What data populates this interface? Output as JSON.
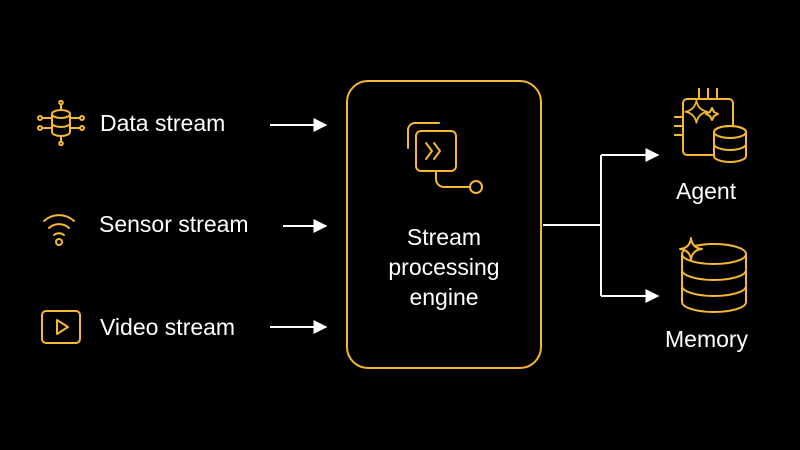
{
  "inputs": [
    {
      "label": "Data stream",
      "icon": "database-circuit-icon"
    },
    {
      "label": "Sensor stream",
      "icon": "wifi-icon"
    },
    {
      "label": "Video stream",
      "icon": "play-icon"
    }
  ],
  "engine": {
    "lines": [
      "Stream",
      "processing",
      "engine"
    ],
    "icon": "fast-forward-icon"
  },
  "outputs": [
    {
      "label": "Agent",
      "icon": "agent-chip-database-icon"
    },
    {
      "label": "Memory",
      "icon": "sparkle-database-icon"
    }
  ],
  "colors": {
    "accent": "#f5b82e",
    "background": "#000000",
    "text": "#ffffff"
  }
}
